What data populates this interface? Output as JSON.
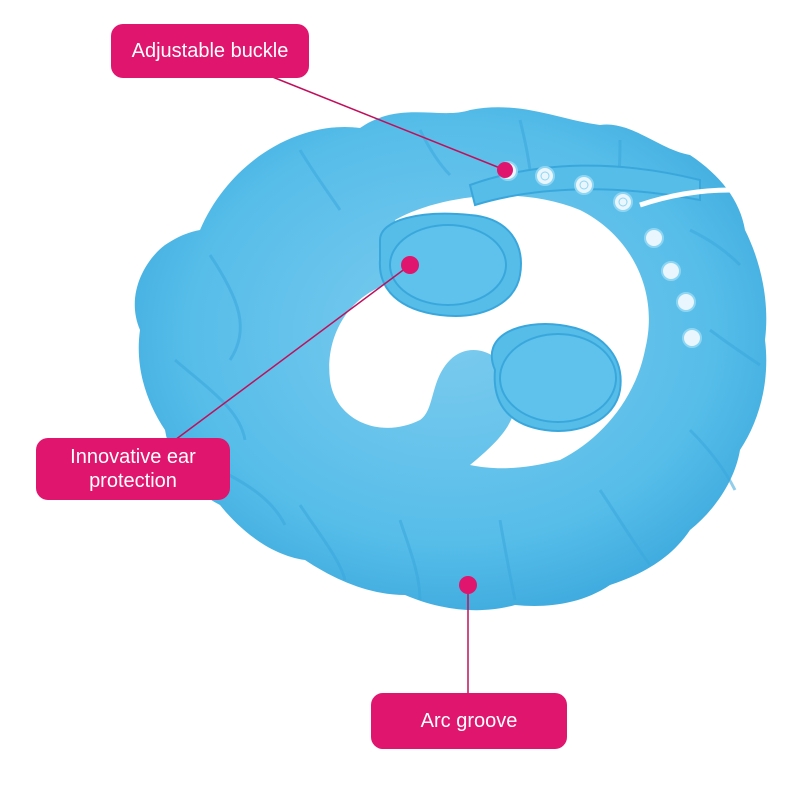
{
  "image": {
    "subject": "baby-shower-cap",
    "colors": {
      "cap": "#56bde9",
      "cap_shadow": "#3aa7dc",
      "cap_highlight": "#8dd6f3",
      "accent": "#e0156e",
      "background": "#ffffff"
    }
  },
  "labels": {
    "buckle": "Adjustable buckle",
    "ear_line1": "Innovative ear",
    "ear_line2": "protection",
    "arc": "Arc groove"
  }
}
